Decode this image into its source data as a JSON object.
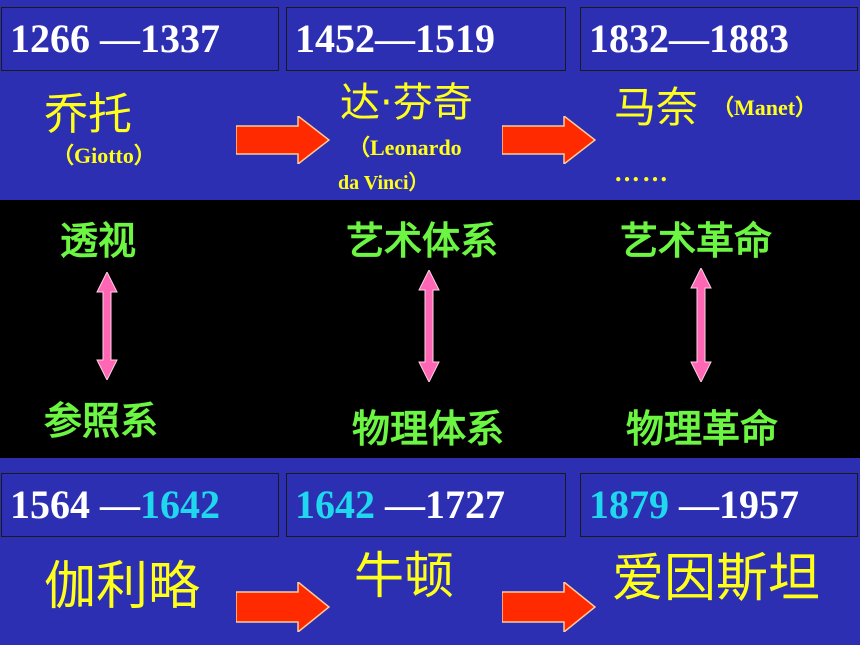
{
  "top": {
    "dates": [
      "1266 —1337",
      "1452—1519",
      "1832—1883"
    ],
    "giotto": {
      "name": "乔托",
      "latin": "（Giotto）"
    },
    "davinci": {
      "name": "达·芬奇",
      "latin1": "（Leonardo",
      "latin2": "da Vinci）"
    },
    "manet": {
      "name": "马奈",
      "latin": "（Manet）",
      "ellipsis": "……"
    }
  },
  "middle": {
    "art": [
      "透视",
      "艺术体系",
      "艺术革命"
    ],
    "physics": [
      "参照系",
      "物理体系",
      "物理革命"
    ]
  },
  "bottom": {
    "dates": [
      {
        "white": "1564 —",
        "cyan": "1642"
      },
      {
        "cyan": "1642",
        "white": " —1727"
      },
      {
        "cyan": "1879",
        "white": " —1957"
      }
    ],
    "names": [
      "伽利略",
      "牛顿",
      "爱因斯坦"
    ]
  },
  "colors": {
    "band": "#2d2fb3",
    "name": "#ffff1a",
    "concept": "#6cf542",
    "arrow": "#ff2a00",
    "double_arrow": "#ff66b3",
    "highlight": "#1fd8ee"
  }
}
